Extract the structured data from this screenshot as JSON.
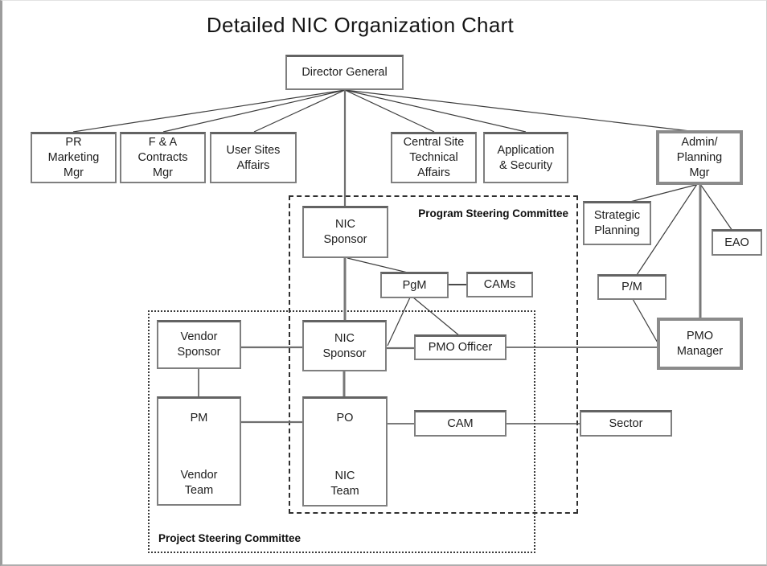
{
  "page": {
    "title": "Detailed NIC Organization Chart"
  },
  "palette": {
    "background": "#ffffff",
    "box_border": "#7f7f7f",
    "heavy_box_border": "#8b8b8b",
    "line_color": "#3d3d3d",
    "text_color": "#1d1d1d"
  },
  "committees": {
    "program": {
      "label": "Program Steering Committee"
    },
    "project": {
      "label": "Project Steering Committee"
    }
  },
  "nodes": {
    "director_general": {
      "label": "Director General"
    },
    "pr_marketing_mgr": {
      "label": "PR\nMarketing\nMgr"
    },
    "fa_contracts_mgr": {
      "label": "F & A\nContracts\nMgr"
    },
    "user_sites_affairs": {
      "label": "User Sites\nAffairs"
    },
    "central_site_technical_affairs": {
      "label": "Central Site\nTechnical\nAffairs"
    },
    "application_security": {
      "label": "Application\n& Security"
    },
    "admin_planning_mgr": {
      "label": "Admin/\nPlanning\nMgr"
    },
    "nic_sponsor_program": {
      "label": "NIC\nSponsor"
    },
    "pgm": {
      "label": "PgM"
    },
    "cams": {
      "label": "CAMs"
    },
    "strategic_planning": {
      "label": "Strategic\nPlanning"
    },
    "eao": {
      "label": "EAO"
    },
    "p_m": {
      "label": "P/M"
    },
    "pmo_manager": {
      "label": "PMO\nManager"
    },
    "vendor_sponsor": {
      "label": "Vendor\nSponsor"
    },
    "nic_sponsor_project": {
      "label": "NIC\nSponsor"
    },
    "pmo_officer": {
      "label": "PMO Officer"
    },
    "pm_vendor_team": {
      "top": "PM",
      "bottom": "Vendor\nTeam"
    },
    "po_nic_team": {
      "top": "PO",
      "bottom": "NIC\nTeam"
    },
    "cam": {
      "label": "CAM"
    },
    "sector": {
      "label": "Sector"
    }
  }
}
